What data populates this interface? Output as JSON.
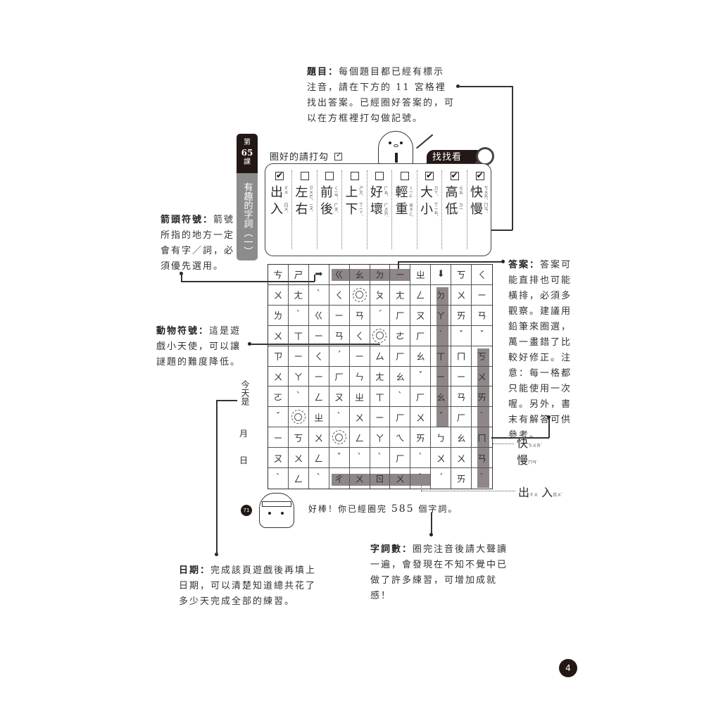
{
  "lesson": {
    "label_top": "第",
    "number": "65",
    "label_bottom": "課",
    "title": "有趣的字詞（一）"
  },
  "notes": {
    "title_note": {
      "heading": "題目：",
      "body": "每個題目都已經有標示注音，請在下方的 11 宮格裡找出答案。已經圈好答案的，可以在方框裡打勾做記號。"
    },
    "arrow_note": {
      "heading": "箭頭符號：",
      "body": "箭號所指的地方一定會有字／詞，必須優先選用。"
    },
    "animal_note": {
      "heading": "動物符號：",
      "body": "這是遊戲小天使，可以讓謎題的難度降低。"
    },
    "answer_note": {
      "heading": "答案：",
      "body": "答案可能直排也可能橫排，必須多觀察。建議用鉛筆來圈選，萬一畫錯了比較好修正。注意：每一格都只能使用一次喔。另外，書末有解答可供參考。"
    },
    "date_note": {
      "heading": "日期：",
      "body": "完成該頁遊戲後再填上日期，可以清楚知道總共花了多少天完成全部的練習。"
    },
    "count_note": {
      "heading": "字詞數：",
      "body": "圈完注音後請大聲讀一遍，會發現在不知不覺中已做了許多練習，可增加成就感！"
    }
  },
  "answer_box": {
    "instruction": "圈好的請打勾",
    "find_tab": "找找看",
    "words": [
      {
        "checked": true,
        "chars": [
          "出",
          "入"
        ],
        "zhuyin": [
          "ㄔㄨ",
          "ㄖㄨˋ"
        ]
      },
      {
        "checked": false,
        "chars": [
          "左",
          "右"
        ],
        "zhuyin": [
          "ㄗㄨㄛˇ",
          "ㄧㄡˋ"
        ]
      },
      {
        "checked": false,
        "chars": [
          "前",
          "後"
        ],
        "zhuyin": [
          "ㄑㄧㄢˊ",
          "ㄏㄡˋ"
        ]
      },
      {
        "checked": false,
        "chars": [
          "上",
          "下"
        ],
        "zhuyin": [
          "ㄕㄤˋ",
          "ㄒㄧㄚˋ"
        ]
      },
      {
        "checked": false,
        "chars": [
          "好",
          "壞"
        ],
        "zhuyin": [
          "ㄏㄠˇ",
          "ㄏㄨㄞˋ"
        ]
      },
      {
        "checked": false,
        "chars": [
          "輕",
          "重"
        ],
        "zhuyin": [
          "ㄑㄧㄥ",
          "ㄓㄨㄥˋ"
        ]
      },
      {
        "checked": true,
        "chars": [
          "大",
          "小"
        ],
        "zhuyin": [
          "ㄉㄚˋ",
          "ㄒㄧㄠˇ"
        ]
      },
      {
        "checked": true,
        "chars": [
          "高",
          "低"
        ],
        "zhuyin": [
          "ㄍㄠ",
          "ㄉㄧ"
        ]
      },
      {
        "checked": true,
        "chars": [
          "快",
          "慢"
        ],
        "zhuyin": [
          "ㄎㄨㄞˋ",
          "ㄇㄢˋ"
        ]
      }
    ]
  },
  "grid": {
    "size": 11,
    "rows": [
      [
        "ㄘ",
        "ㄕ",
        "➡",
        "ㄍ",
        "ㄠ",
        "ㄉ",
        "ㄧ",
        "ㄓ",
        "⬇",
        "ㄎ",
        "ㄑ"
      ],
      [
        "ㄨ",
        "ㄤ",
        "ˋ",
        "ㄑ",
        "LION",
        "ㄆ",
        "ㄤ",
        "ㄥ",
        "ㄉ",
        "ㄨ",
        "ㄧ"
      ],
      [
        "ㄌ",
        "ˋ",
        "ㄍ",
        "ㄧ",
        "ㄢ",
        "ˊ",
        "ㄏ",
        "ㄡ",
        "ㄚ",
        "ㄞ",
        "ㄢ"
      ],
      [
        "ㄨ",
        "ㄒ",
        "ㄧ",
        "ㄢ",
        "ㄑ",
        "LION",
        "ㄜ",
        "ㄏ",
        "ˋ",
        "ˇ",
        "ˇ"
      ],
      [
        "ㄗ",
        "ㄧ",
        "ㄑ",
        "ˊ",
        "ㄧ",
        "ㄙ",
        "ㄏ",
        "ㄠ",
        "ㄒ",
        "ㄇ",
        "ㄎ"
      ],
      [
        "ㄨ",
        "ㄚ",
        "ㄧ",
        "ㄏ",
        "ㄣ",
        "ㄤ",
        "ㄠ",
        "ˇ",
        "ㄧ",
        "ㄧ",
        "ㄨ"
      ],
      [
        "ㄛ",
        "ˋ",
        "ㄥ",
        "ㄡ",
        "ㄓ",
        "ㄒ",
        "ˋ",
        "ㄏ",
        "ㄠ",
        "ㄢ",
        "ㄞ"
      ],
      [
        "ˇ",
        "LION",
        "ㄓ",
        "ˋ",
        "ㄨ",
        "ㄧ",
        "ㄏ",
        "ㄨ",
        "ˇ",
        "ㄏ",
        "ˋ"
      ],
      [
        "ㄧ",
        "ㄎ",
        "ㄨ",
        "LION",
        "ㄥ",
        "ㄚ",
        "ㄟ",
        "ㄞ",
        "ㄅ",
        "ㄠ",
        "ㄇ"
      ],
      [
        "ㄡ",
        "ㄨ",
        "ㄥ",
        "ˇ",
        "ˋ",
        "ˋ",
        "ㄏ",
        "ˋ",
        "ㄨ",
        "ㄨ",
        "ㄢ"
      ],
      [
        "ˋ",
        "ㄥ",
        "ˋ",
        "ㄔ",
        "ㄨ",
        "ㄖ",
        "ㄨ",
        "ˋ",
        "ˊ",
        "ㄞ",
        "ˋ"
      ]
    ],
    "highlights": [
      {
        "orientation": "horizontal",
        "row": 0,
        "col_start": 3,
        "col_end": 6
      },
      {
        "orientation": "vertical",
        "col": 8,
        "row_start": 1,
        "row_end": 7
      },
      {
        "orientation": "vertical",
        "col": 10,
        "row_start": 4,
        "row_end": 10
      },
      {
        "orientation": "horizontal",
        "row": 10,
        "col_start": 3,
        "col_end": 7
      }
    ],
    "highlight_color": "#8f8787"
  },
  "side_labels": {
    "kuai_man": {
      "chars": [
        "快",
        "慢"
      ],
      "zhuyin": [
        "ㄎㄨㄞˋ",
        "ㄇㄢˋ"
      ]
    },
    "chu_ru": {
      "chars": [
        "出",
        "入"
      ],
      "zhuyin": [
        "ㄔㄨ",
        "ㄖㄨˋ"
      ]
    }
  },
  "date": {
    "today_is": "今天是",
    "month": "月",
    "day": "日"
  },
  "footer": {
    "badge": "71",
    "praise_prefix": "好棒！你已經圈完",
    "count": "585",
    "praise_suffix": "個字詞。"
  },
  "page_number": "4"
}
